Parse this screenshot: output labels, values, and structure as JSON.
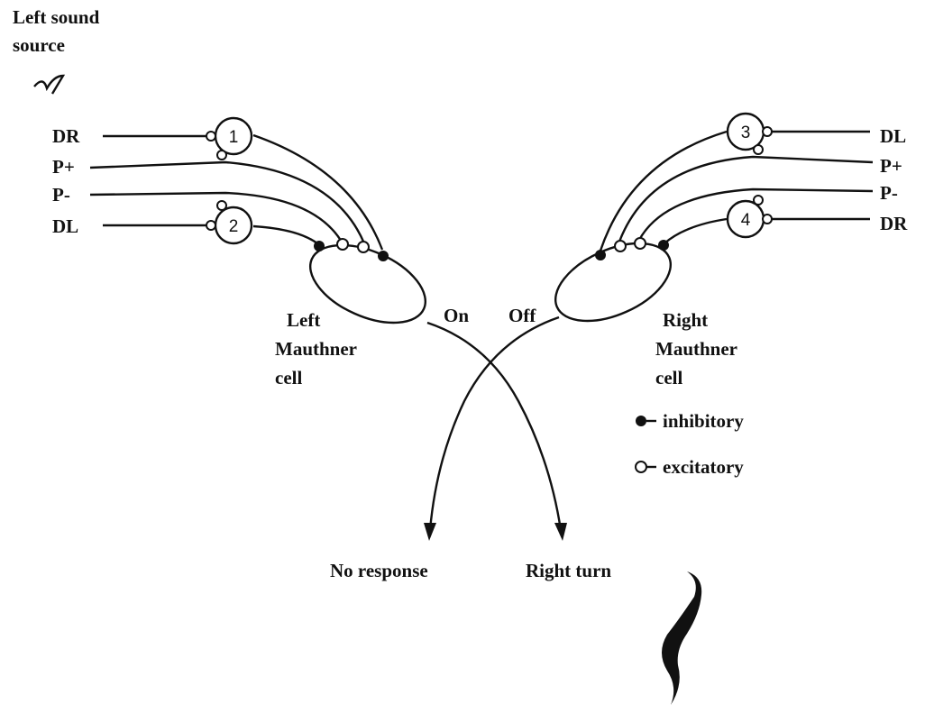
{
  "sound_source": {
    "line1": "Left sound",
    "line2": "source"
  },
  "left_inputs": [
    "DR",
    "P+",
    "P-",
    "DL"
  ],
  "right_inputs": [
    "DL",
    "P+",
    "P-",
    "DR"
  ],
  "interneurons": [
    "1",
    "2",
    "3",
    "4"
  ],
  "left_cell": {
    "line1": "Left",
    "line2": "Mauthner",
    "line3": "cell",
    "output": "On"
  },
  "right_cell": {
    "line1": "Right",
    "line2": "Mauthner",
    "line3": "cell",
    "output": "Off"
  },
  "legend": {
    "inhibitory": "inhibitory",
    "excitatory": "excitatory"
  },
  "outcomes": {
    "left": "No response",
    "right": "Right turn"
  },
  "colors": {
    "ink": "#111111",
    "paper": "#ffffff"
  }
}
